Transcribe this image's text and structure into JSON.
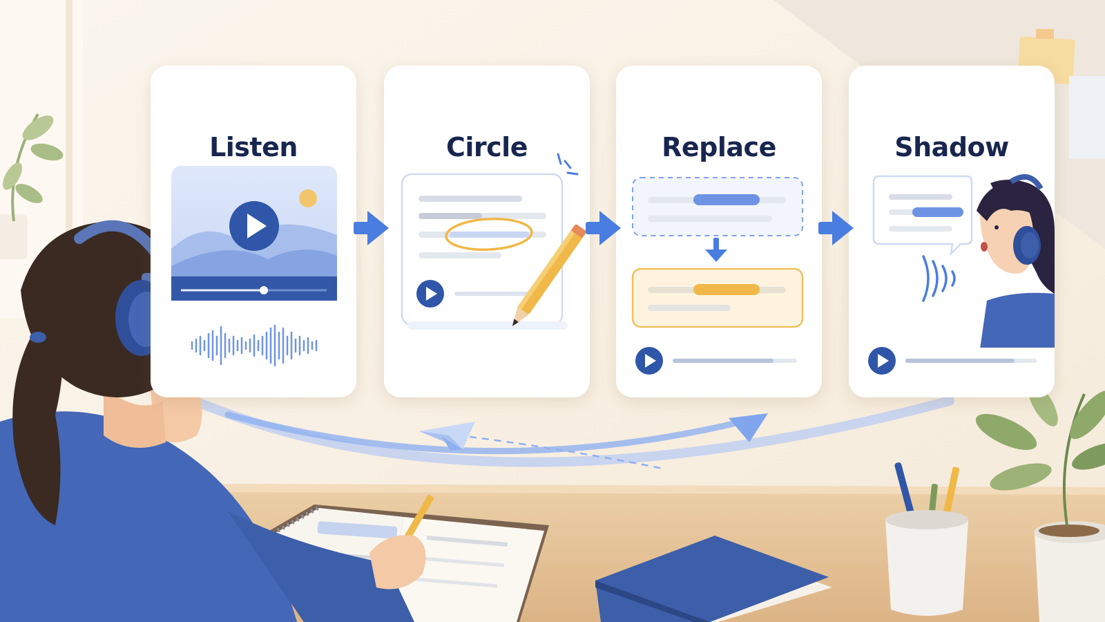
{
  "steps": [
    {
      "title": "Listen"
    },
    {
      "title": "Circle"
    },
    {
      "title": "Replace"
    },
    {
      "title": "Shadow"
    }
  ],
  "colors": {
    "navy": "#18264f",
    "accent_blue": "#4a7de0",
    "play_blue": "#2f56a8",
    "highlight_yellow": "#f0bd4c",
    "hoodie_blue": "#4467b7",
    "wall": "#faf3ea",
    "desk": "#e6c49a"
  },
  "icons": [
    "play-icon",
    "arrow-right-icon",
    "arrow-down-icon",
    "pencil-icon",
    "headphones-icon",
    "paper-plane-icon",
    "sound-wave-icon",
    "speech-bubble-icon"
  ]
}
